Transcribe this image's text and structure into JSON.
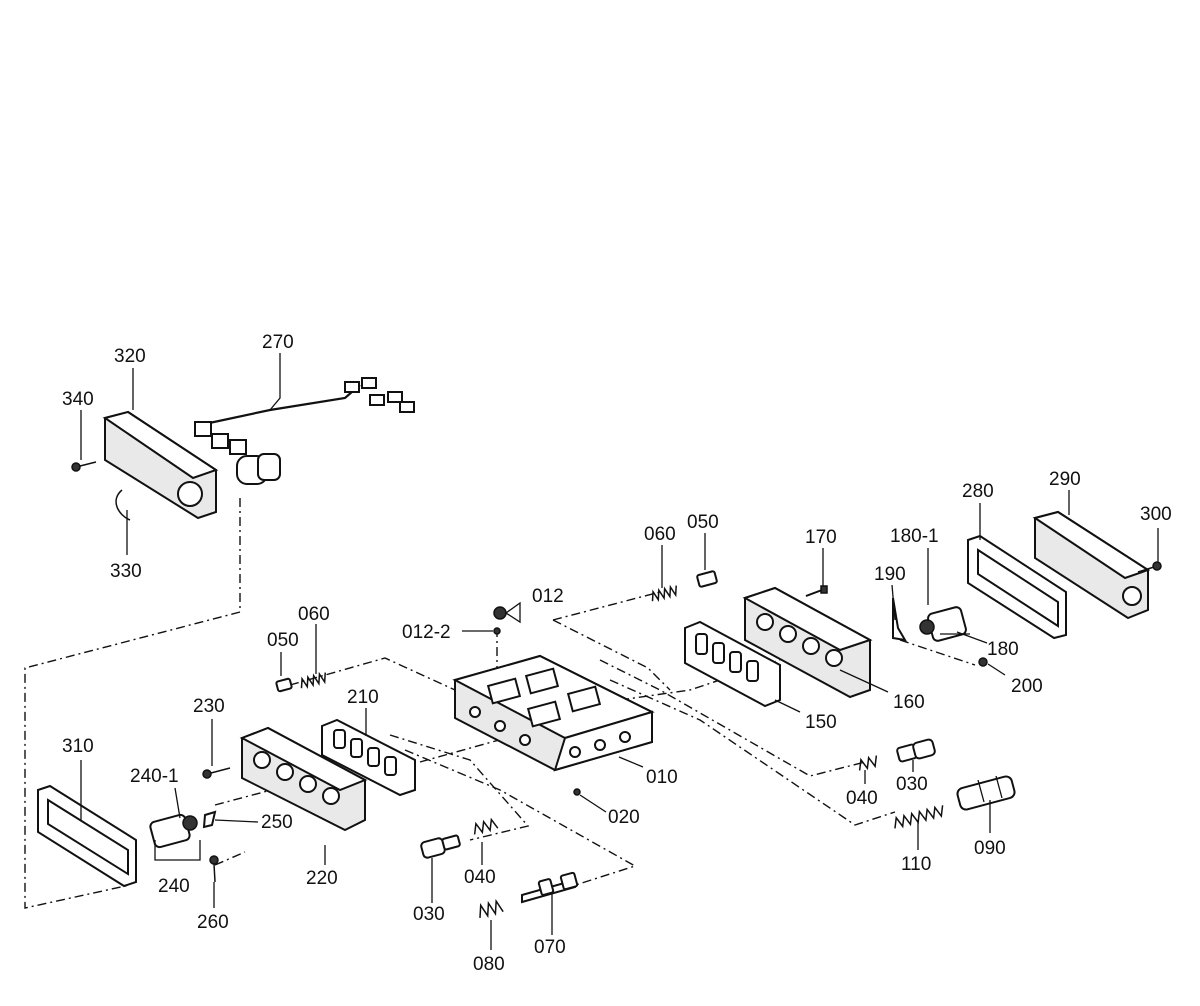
{
  "labels": {
    "p010": "010",
    "p012": "012",
    "p012_2": "012-2",
    "p020": "020",
    "p030a": "030",
    "p030b": "030",
    "p040a": "040",
    "p040b": "040",
    "p050a": "050",
    "p050b": "050",
    "p060a": "060",
    "p060b": "060",
    "p070": "070",
    "p080": "080",
    "p090": "090",
    "p110": "110",
    "p150": "150",
    "p160": "160",
    "p170": "170",
    "p180": "180",
    "p180_1": "180-1",
    "p190": "190",
    "p200": "200",
    "p210": "210",
    "p220": "220",
    "p230": "230",
    "p240": "240",
    "p240_1": "240-1",
    "p250": "250",
    "p260": "260",
    "p270": "270",
    "p280": "280",
    "p290": "290",
    "p300": "300",
    "p310": "310",
    "p320": "320",
    "p330": "330",
    "p340": "340"
  }
}
